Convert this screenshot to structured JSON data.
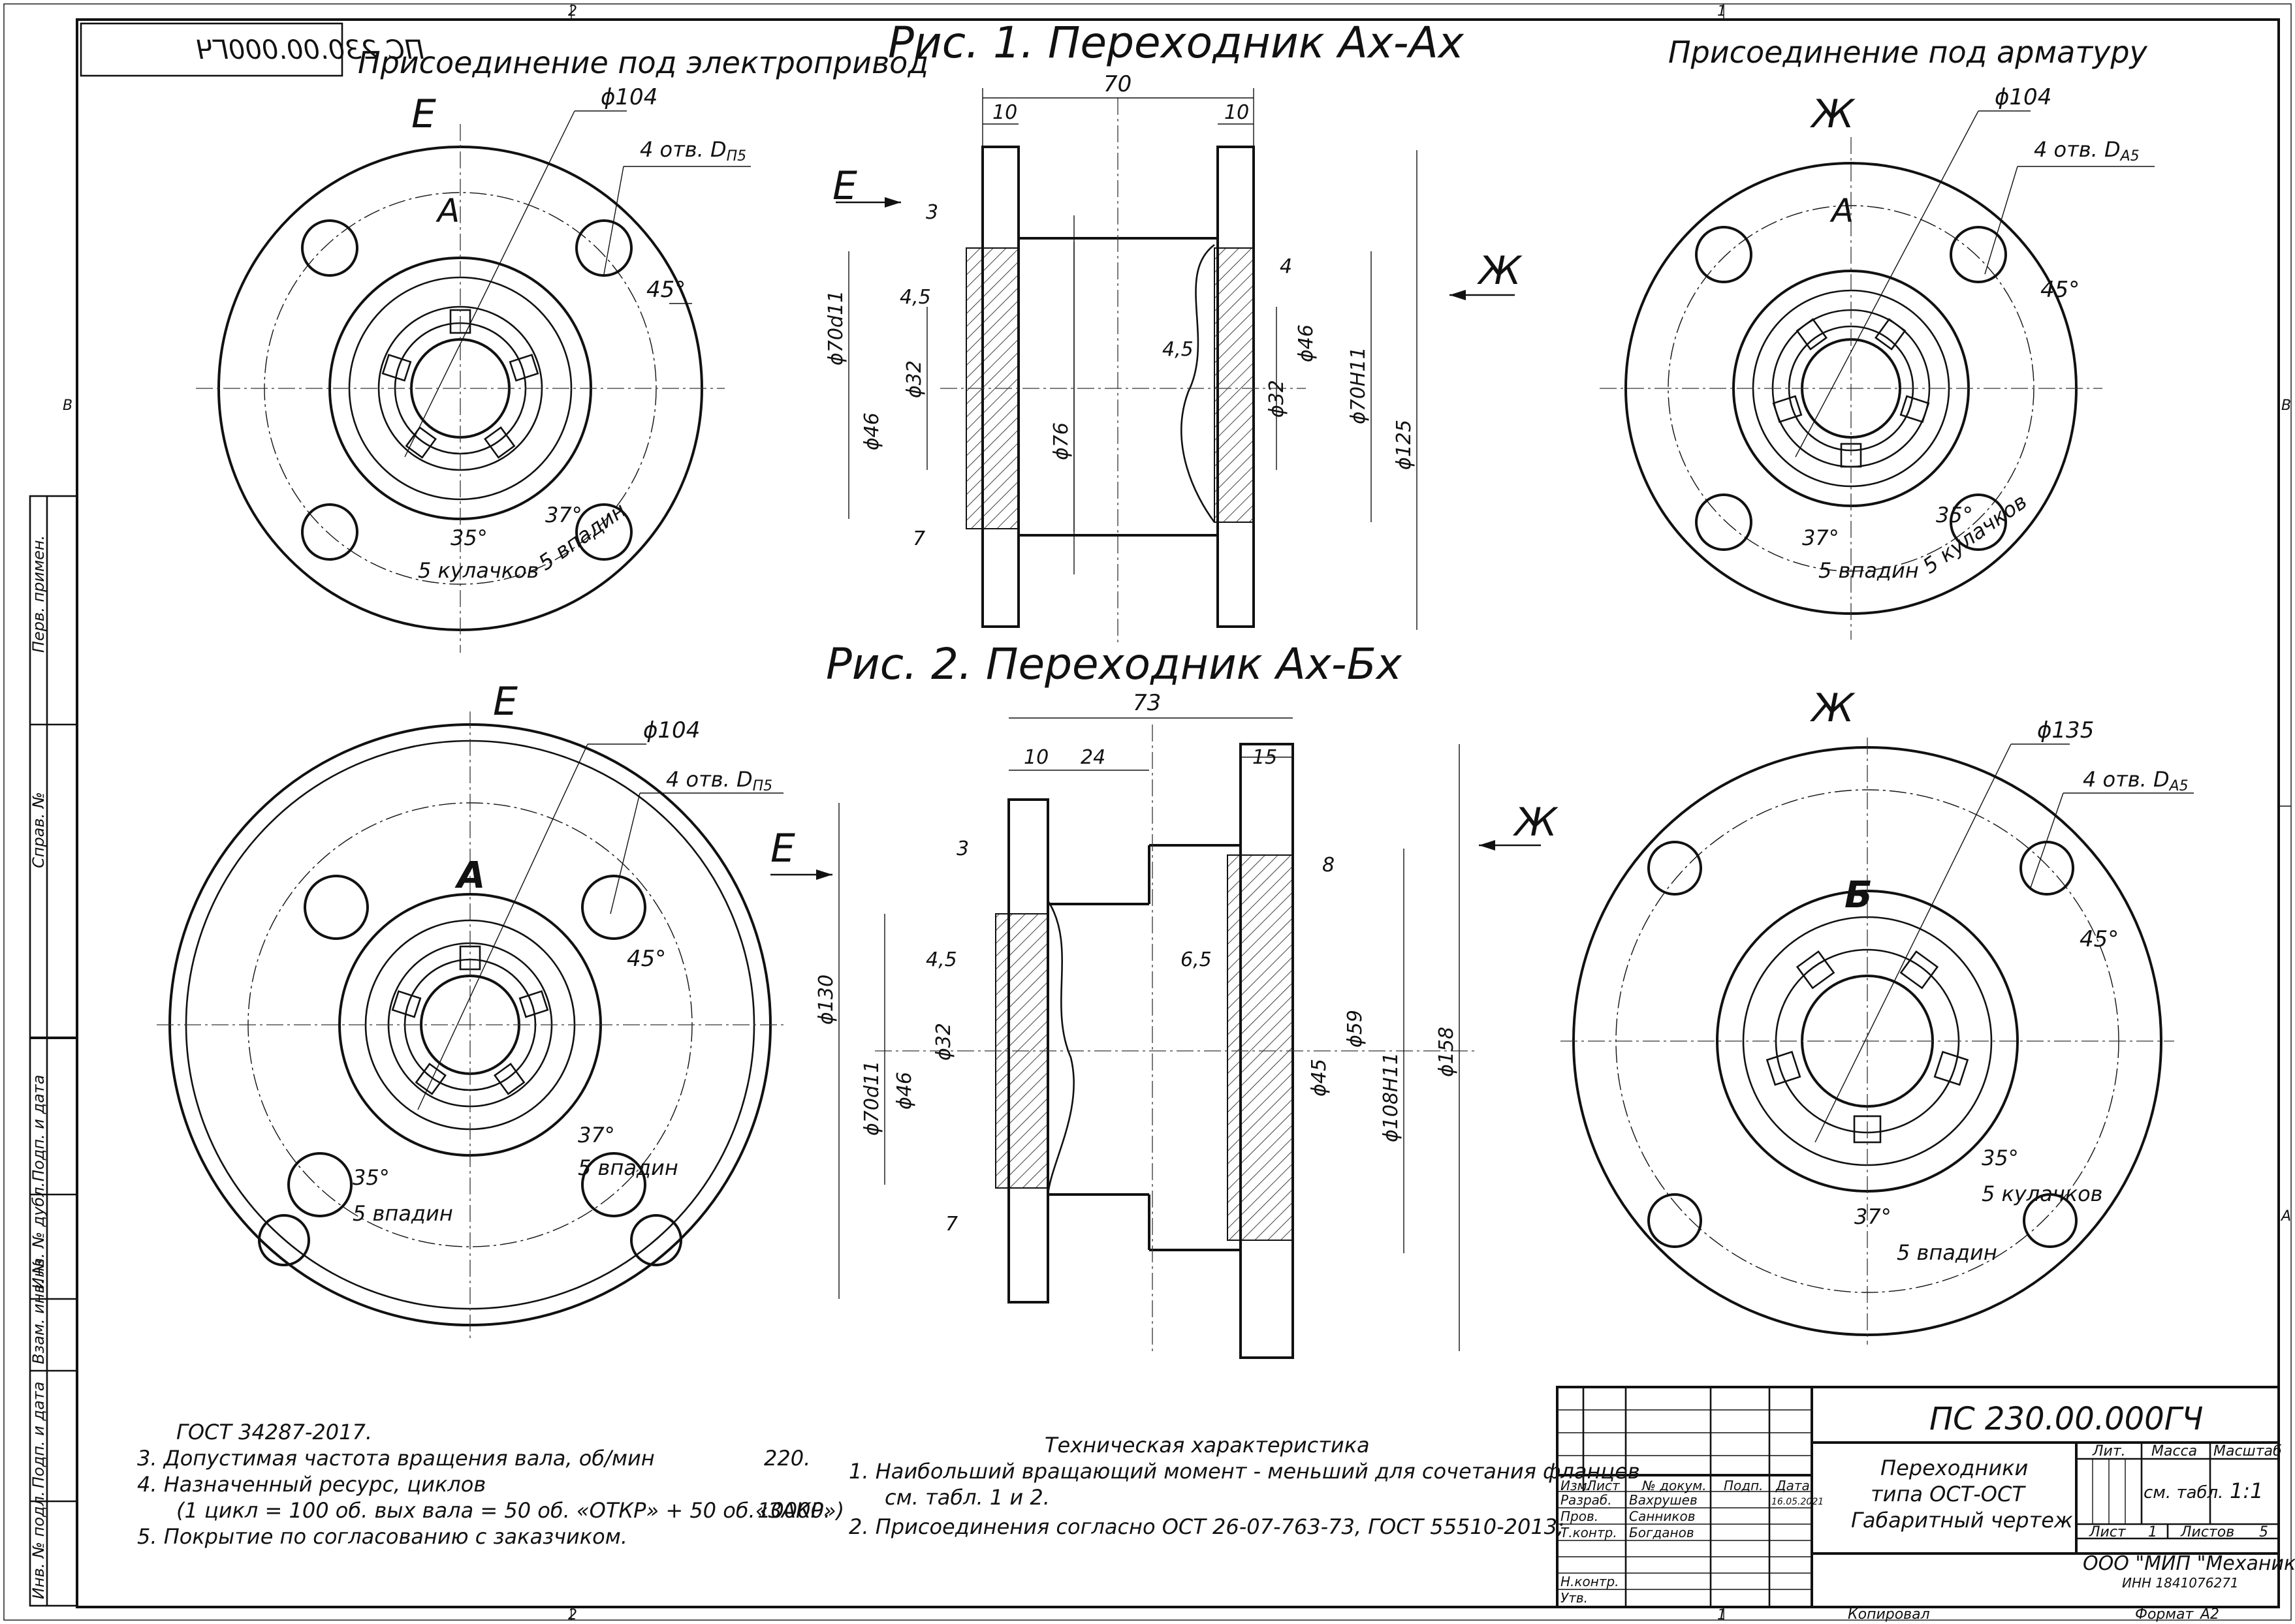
{
  "doc_code_mirrored": "ПС 230.00.000ГЧ",
  "zones": {
    "top_left": "2",
    "top_right": "1",
    "bottom_left": "2",
    "bottom_right": "1",
    "left_mid": "B",
    "right_mid": "B",
    "right_low": "A"
  },
  "fig1": {
    "title": "Рис. 1. Переходник Ах-Ах",
    "left_caption": "Присоединение под электропривод",
    "right_caption": "Присоединение под арматуру",
    "view_left": {
      "letter": "Е",
      "flange_mark": "А",
      "dia": "ϕ104",
      "holes": "4 отв. D",
      "holes_sub": "П5",
      "angle": "45°",
      "a1": "35°",
      "a2": "37°",
      "n1": "5 кулачков",
      "n2": "5 впадин"
    },
    "view_right": {
      "letter": "Ж",
      "flange_mark": "А",
      "dia": "ϕ104",
      "holes": "4 отв. D",
      "holes_sub": "A5",
      "angle": "45°",
      "a1": "37°",
      "a2": "35°",
      "n1": "5 впадин",
      "n2": "5 кулачков"
    },
    "section": {
      "arrow_e": "Е",
      "arrow_zh": "Ж",
      "d_total": "70",
      "d_l": "10",
      "d_r": "10",
      "d3": "3",
      "d45a": "4,5",
      "d7": "7",
      "d4": "4",
      "d45b": "4,5",
      "v1": "ϕ70d11",
      "v2": "ϕ46",
      "v3": "ϕ32",
      "v4": "ϕ76",
      "v5": "ϕ32",
      "v6": "ϕ46",
      "v7": "ϕ70H11",
      "v8": "ϕ125"
    }
  },
  "fig2": {
    "title": "Рис. 2. Переходник Ах-Бх",
    "view_left": {
      "letter": "Е",
      "flange_mark": "А",
      "dia": "ϕ104",
      "holes": "4 отв. D",
      "holes_sub": "П5",
      "angle": "45°",
      "a1": "35°",
      "a2": "37°",
      "n1": "5 впадин",
      "n2": "5 впадин"
    },
    "view_right": {
      "letter": "Ж",
      "flange_mark": "Б",
      "dia": "ϕ135",
      "holes": "4 отв. D",
      "holes_sub": "A5",
      "angle": "45°",
      "a1": "35°",
      "a2": "37°",
      "n1": "5 кулачков",
      "n2": "5 впадин"
    },
    "section": {
      "arrow_e": "Е",
      "arrow_zh": "Ж",
      "d_total": "73",
      "d10": "10",
      "d24": "24",
      "d15": "15",
      "d3": "3",
      "d45": "4,5",
      "d7": "7",
      "d8": "8",
      "d65": "6,5",
      "v1": "ϕ130",
      "v2": "ϕ70d11",
      "v3": "ϕ46",
      "v4": "ϕ32",
      "v5": "ϕ45",
      "v6": "ϕ59",
      "v7": "ϕ108H11",
      "v8": "ϕ158"
    }
  },
  "notes": {
    "lines": [
      {
        "text": "ГОСТ 34287-2017.",
        "value": ""
      },
      {
        "text": "3.  Допустимая частота вращения вала, об/мин",
        "value": "220."
      },
      {
        "text": "4.  Назначенный ресурс, циклов",
        "value": ""
      },
      {
        "text": "(1 цикл = 100 об. вых вала = 50 об. «ОТКР» + 50 об.«ЗАКР»)",
        "value": "10000."
      },
      {
        "text": "5.  Покрытие по согласованию с заказчиком.",
        "value": ""
      }
    ]
  },
  "tech": {
    "heading": "Техническая характеристика",
    "lines": [
      "1.  Наибольший вращающий момент - меньший для сочетания фланцев",
      "см. табл. 1 и 2.",
      "2.  Присоединения согласно ОСТ 26-07-763-73, ГОСТ 55510-2013;"
    ]
  },
  "side_strip": [
    "Перв. примен.",
    "Справ. №",
    "Подп. и дата",
    "Инв. № дубл.",
    "Взам. инв. №",
    "Подп. и дата",
    "Инв. № подл."
  ],
  "title_block": {
    "code": "ПС 230.00.000ГЧ",
    "name": [
      "Переходники",
      "типа ОСТ-ОСТ",
      "Габаритный чертеж"
    ],
    "head": [
      "Изм.",
      "Лист",
      "№ докум.",
      "Подп.",
      "Дата"
    ],
    "roles": [
      "Разраб.",
      "Пров.",
      "Т.контр.",
      "",
      "Н.контр.",
      "Утв."
    ],
    "people": [
      "Вахрушев",
      "Санников",
      "Богданов"
    ],
    "date": "16.05.2021",
    "lit": "Лит.",
    "mass": "Масса",
    "scale_h": "Масштаб",
    "mass_val": "см. табл.",
    "scale_val": "1:1",
    "sheet": "Лист",
    "sheet_n": "1",
    "sheets": "Листов",
    "sheets_n": "5",
    "org": "ООО \"МИП \"Механик\"",
    "inn": "ИНН 1841076271",
    "copied": "Копировал",
    "format": "Формат",
    "format_v": "A2"
  }
}
